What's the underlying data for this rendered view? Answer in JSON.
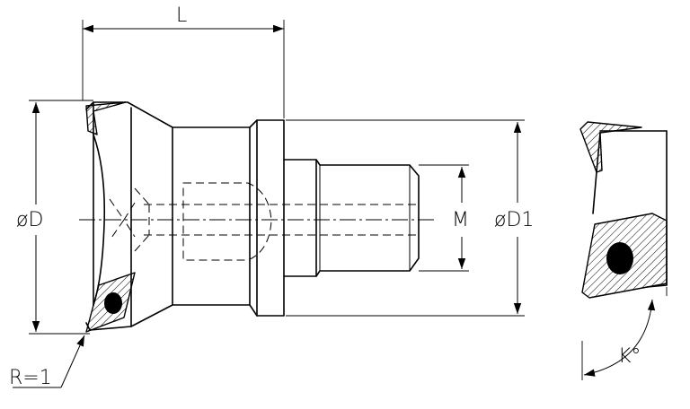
{
  "labels": {
    "length": "L",
    "outer_diameter": "øD",
    "shank_diameter": "øD1",
    "thread": "M",
    "corner_radius": "R=1",
    "lead_angle": "K°"
  }
}
